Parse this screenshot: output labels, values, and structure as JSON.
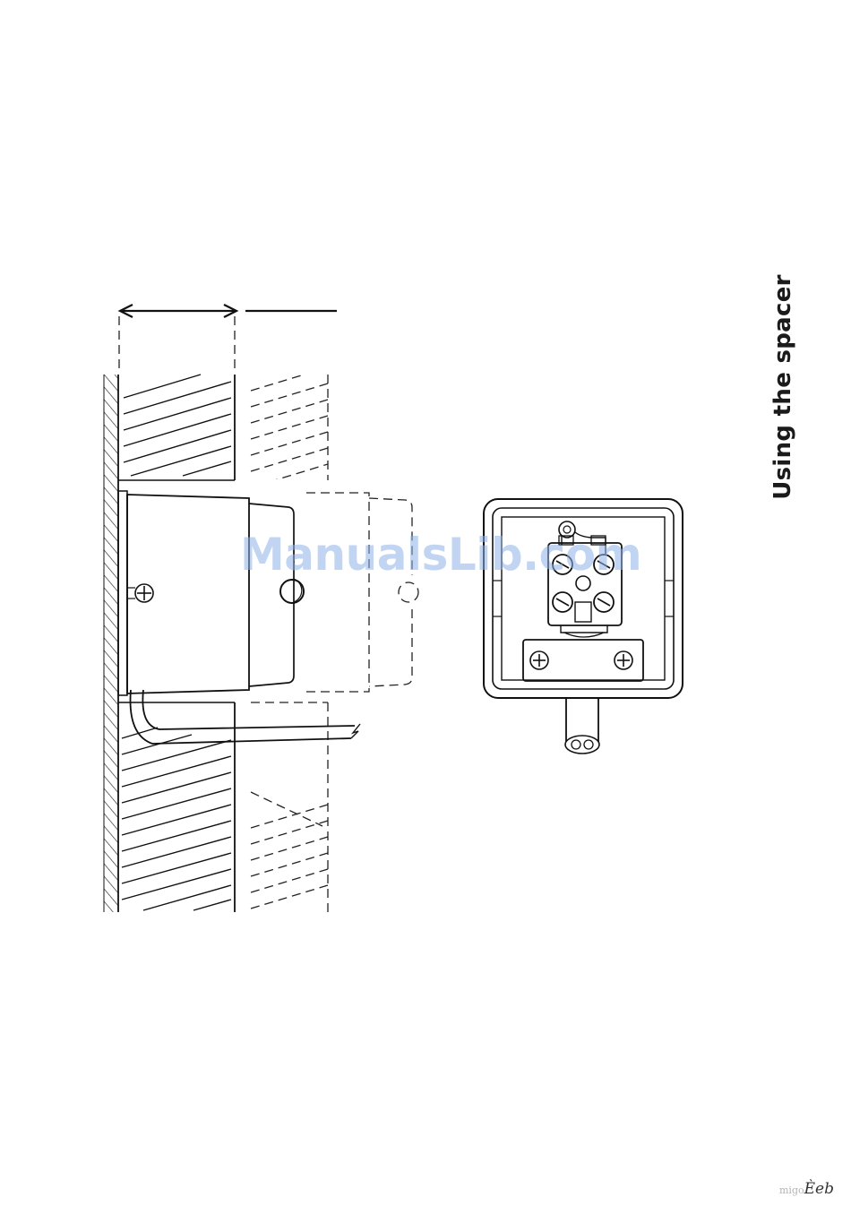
{
  "page": {
    "title": "Using the spacer",
    "watermark": "ManualsLib.com",
    "footer_text": "migo",
    "footer_mark": "Ѐeb"
  }
}
